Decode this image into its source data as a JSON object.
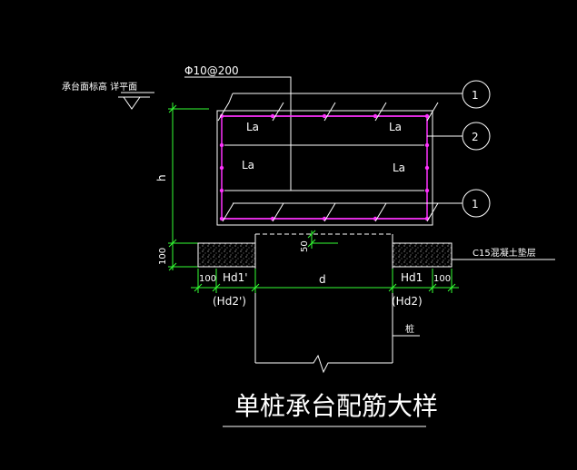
{
  "labels": {
    "ground_note": "承台面标高 详平面",
    "rebar_spec": "Φ10@200",
    "callout_1_top": "1",
    "callout_2": "2",
    "callout_1_bottom": "1",
    "la_top_left": "La",
    "la_top_right": "La",
    "la_mid_left": "La",
    "la_mid_right": "La",
    "dim_h": "h",
    "dim_100_vertical": "100",
    "dim_50": "50",
    "dim_100_left": "100",
    "dim_hd1_prime": "Hd1'",
    "dim_d": "d",
    "dim_hd1": "Hd1",
    "dim_100_right": "100",
    "dim_hd2_prime": "(Hd2')",
    "dim_hd2": "(Hd2)",
    "c15_label": "C15混凝土垫层",
    "pile_label": "桩",
    "title": "单桩承台配筋大样"
  },
  "colors": {
    "background": "#000000",
    "outline": "#ffffff",
    "rebar": "#ff33ff",
    "dimension": "#33ff33",
    "text": "#ffffff"
  }
}
